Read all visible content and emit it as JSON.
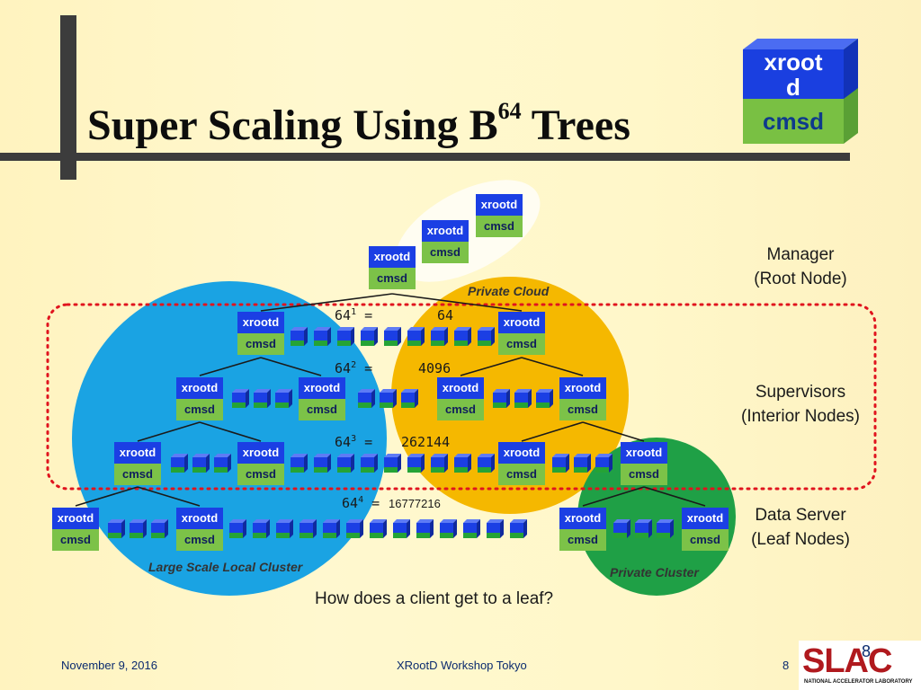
{
  "slide": {
    "title_main": "Super Scaling Using B",
    "title_sup": "64",
    "title_end": " Trees",
    "logo": {
      "top_text": "xroot\nd",
      "bottom_text": "cmsd"
    },
    "node_labels": {
      "top": "xrootd",
      "bottom": "cmsd"
    },
    "levels": [
      {
        "base": "64",
        "exp": "1",
        "eq": " =",
        "value": "64"
      },
      {
        "base": "64",
        "exp": "2",
        "eq": " =",
        "value": "4096"
      },
      {
        "base": "64",
        "exp": "3",
        "eq": " =",
        "value": "262144"
      },
      {
        "base": "64",
        "exp": "4",
        "eq": " =",
        "value": "16777216"
      }
    ],
    "roles": {
      "manager": "Manager\n(Root Node)",
      "supervisors": "Supervisors\n(Interior Nodes)",
      "data_server": "Data Server\n(Leaf Nodes)"
    },
    "clusters": {
      "private_cloud": "Private Cloud",
      "local": "Large Scale Local Cluster",
      "private_cluster": "Private Cluster"
    },
    "question": "How does a client get to a leaf?",
    "footer": {
      "date": "November 9, 2016",
      "event": "XRootD Workshop Tokyo",
      "page": "8",
      "logo_text": "SLAC",
      "logo_subtext": "NATIONAL ACCELERATOR LABORATORY",
      "logo_overlay": "8"
    },
    "colors": {
      "xrootd_blue": "#1b3fe4",
      "cmsd_green": "#7cc248",
      "local_cluster": "#1aa3e3",
      "private_cloud": "#f5b800",
      "private_cluster": "#1fa046",
      "dotted_border": "#e0141e",
      "bars": "#3c3c3c"
    }
  }
}
